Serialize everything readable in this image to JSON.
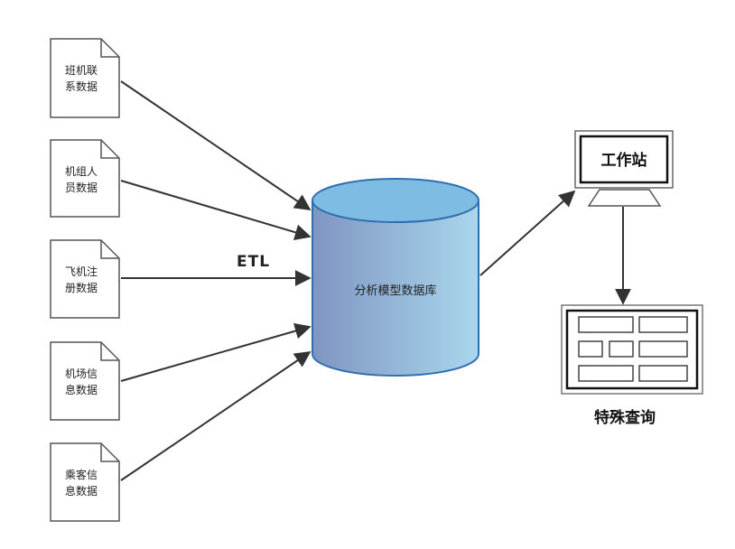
{
  "sources": [
    {
      "line1": "班机联",
      "line2": "系数据"
    },
    {
      "line1": "机组人",
      "line2": "员数据"
    },
    {
      "line1": "飞机注",
      "line2": "册数据"
    },
    {
      "line1": "机场信",
      "line2": "息数据"
    },
    {
      "line1": "乘客信",
      "line2": "息数据"
    }
  ],
  "etl_label": "ETL",
  "database_label": "分析模型数据库",
  "workstation_label": "工作站",
  "query_label": "特殊查询",
  "colors": {
    "db_left": "#7f95c2",
    "db_right": "#a9d7ec",
    "db_top": "#7fbce3",
    "db_stroke": "#2f6fb0",
    "arrow": "#333333"
  }
}
